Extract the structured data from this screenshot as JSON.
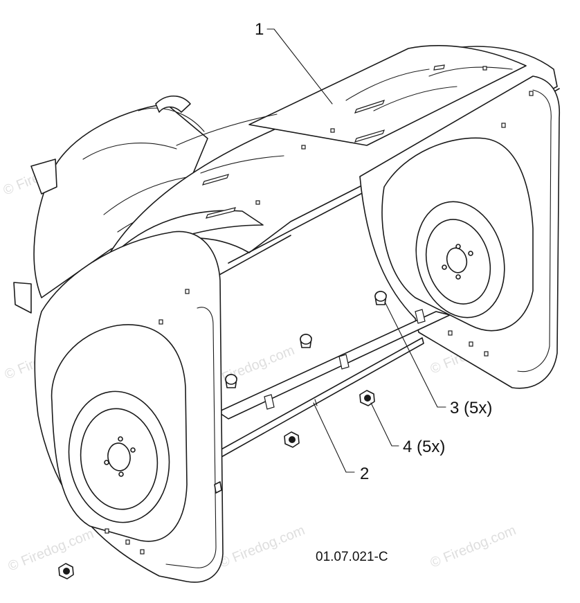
{
  "callouts": {
    "c1": "1",
    "c2": "2",
    "c3": "3 (5x)",
    "c4": "4 (5x)"
  },
  "figure_id": "01.07.021-C",
  "watermark": "© Firedog.com"
}
